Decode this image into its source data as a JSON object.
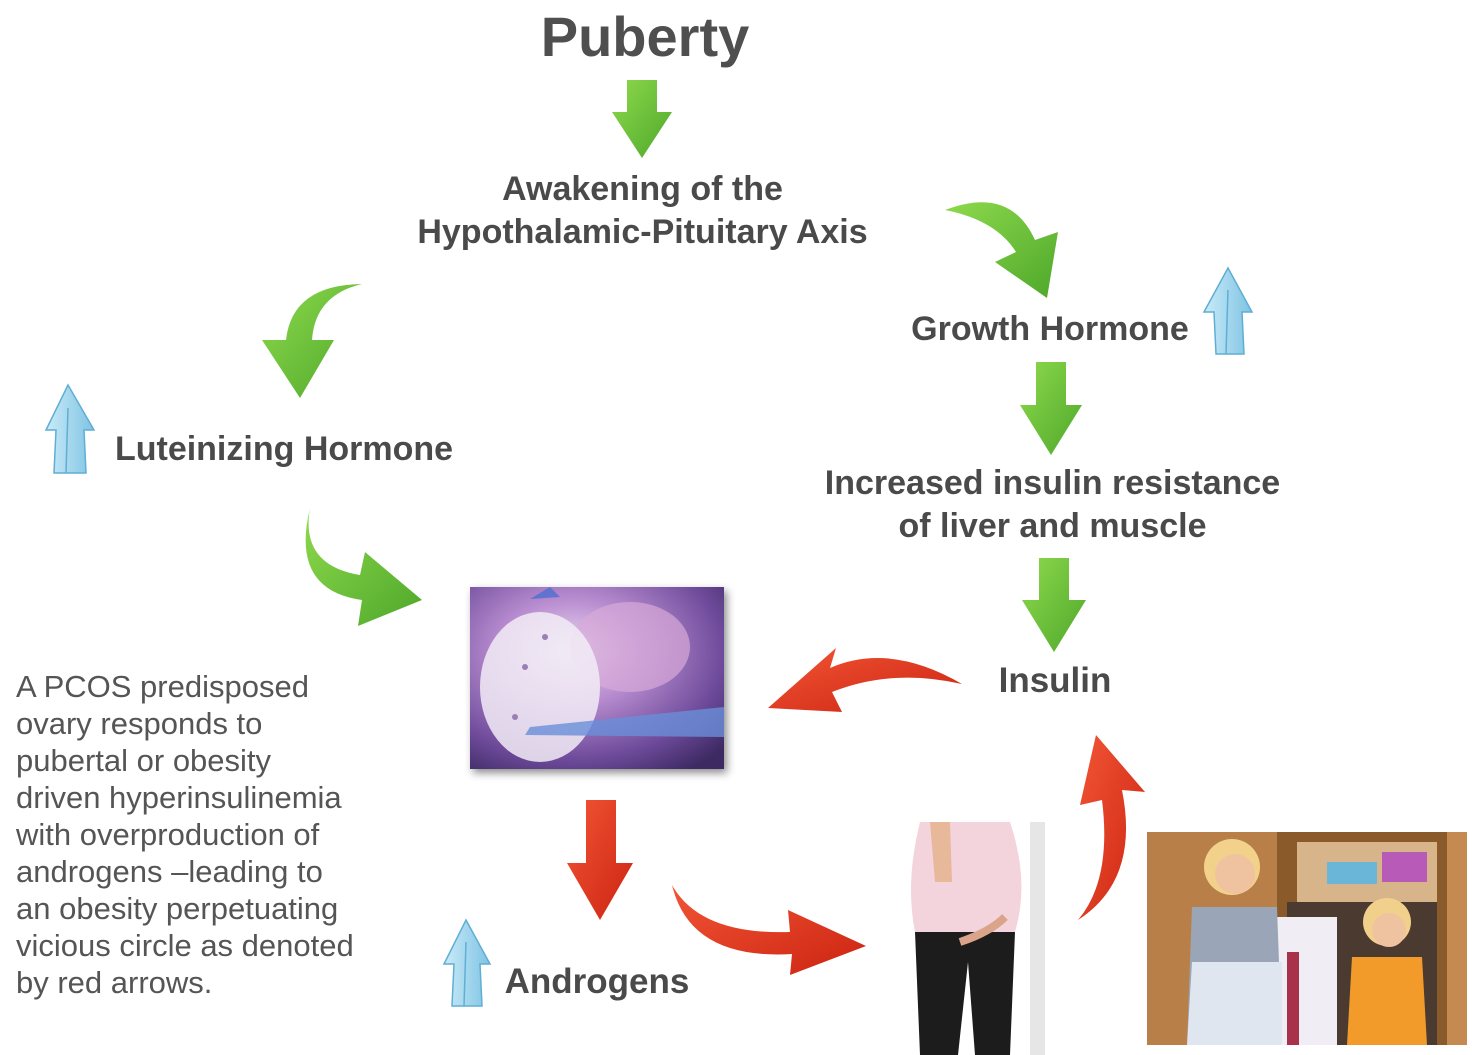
{
  "diagram": {
    "title": "Puberty",
    "axis_line1": "Awakening of the",
    "axis_line2": "Hypothalamic-Pituitary Axis",
    "growth_hormone": "Growth Hormone",
    "luteinizing_hormone": "Luteinizing Hormone",
    "insulin_resistance_line1": "Increased insulin resistance",
    "insulin_resistance_line2": "of liver and muscle",
    "insulin": "Insulin",
    "androgens": "Androgens",
    "caption_lines": [
      "A PCOS predisposed",
      "ovary responds to",
      "pubertal or obesity",
      "driven hyperinsulinemia",
      "with overproduction of",
      "androgens –leading to",
      "an obesity perpetuating",
      "vicious circle as denoted",
      "by red arrows."
    ]
  },
  "colors": {
    "green_arrow": "#6cc23a",
    "red_arrow": "#e8321e",
    "up_arrow": "#9fd4ec",
    "text": "#4a4a4a"
  }
}
